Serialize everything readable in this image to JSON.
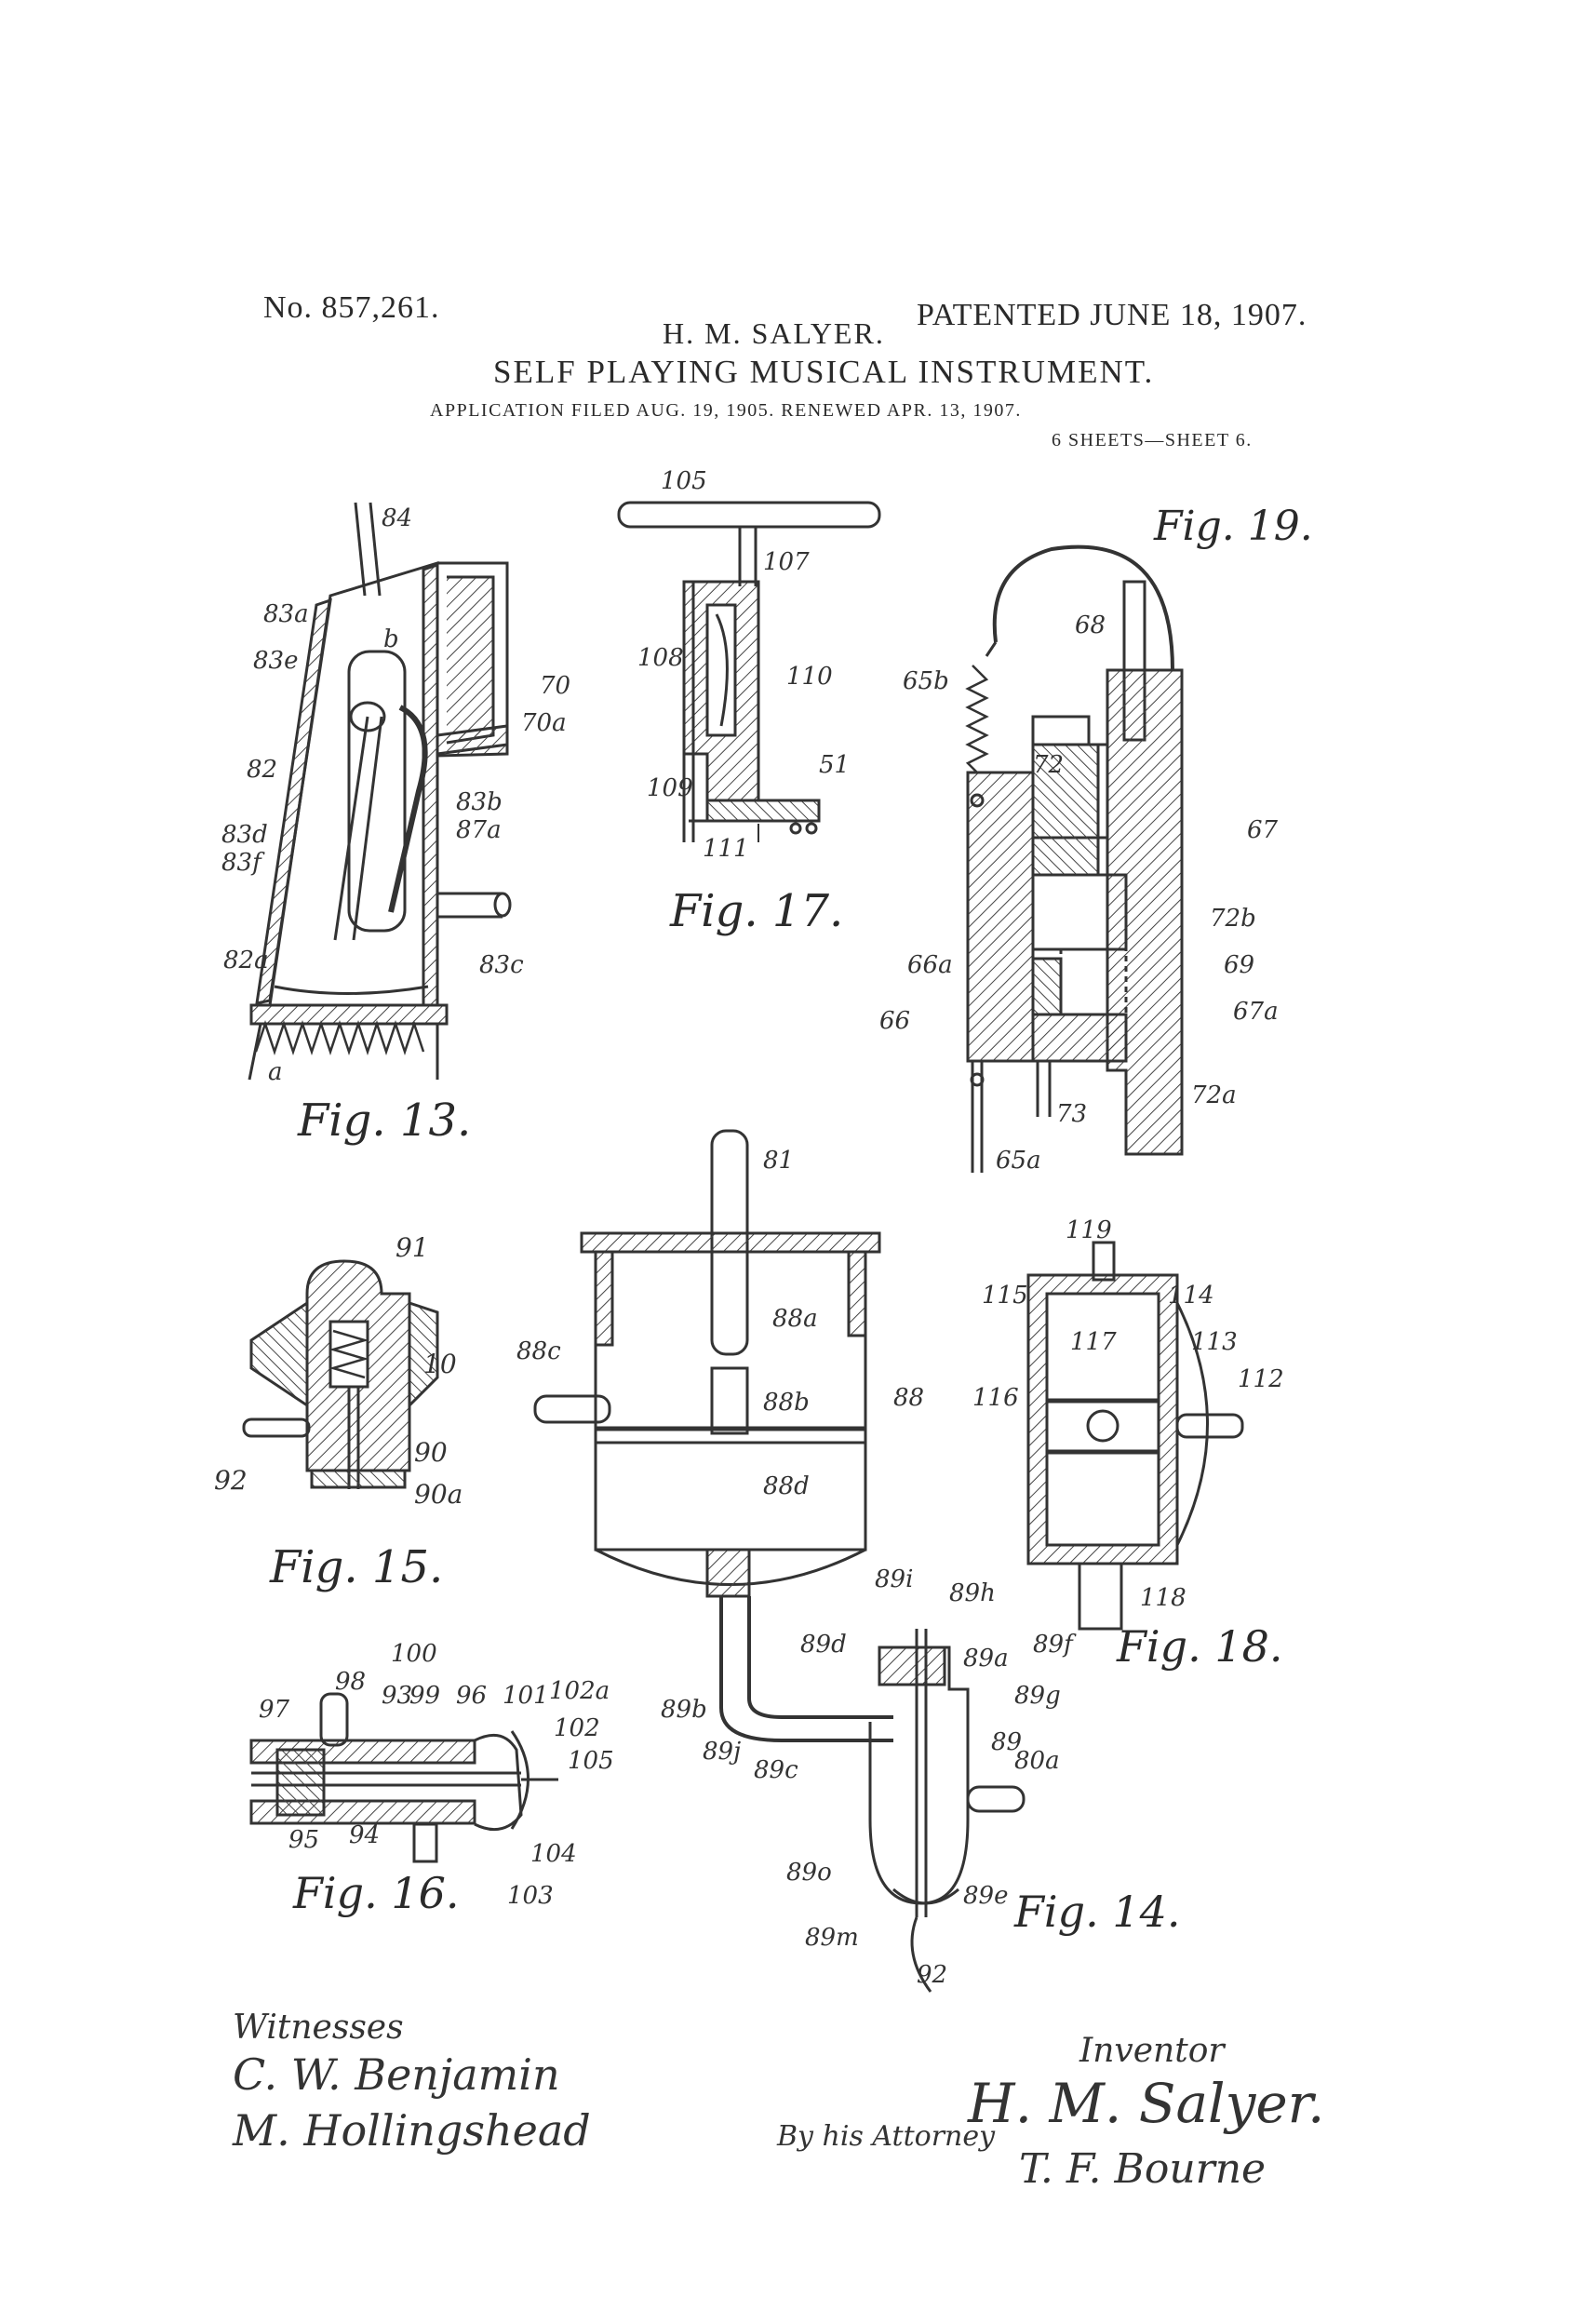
{
  "header": {
    "patent_number": "No. 857,261.",
    "inventor": "H. M. SALYER.",
    "patented": "PATENTED JUNE 18, 1907.",
    "title": "SELF PLAYING MUSICAL INSTRUMENT.",
    "application": "APPLICATION FILED AUG. 19, 1905. RENEWED APR. 13, 1907.",
    "sheets": "6 SHEETS—SHEET 6."
  },
  "figures": {
    "fig13": {
      "caption": "Fig. 13.",
      "labels": [
        "84",
        "83a",
        "83e",
        "b",
        "70",
        "70a",
        "82",
        "83b",
        "83d",
        "87a",
        "83f",
        "83c",
        "82a",
        "a"
      ]
    },
    "fig17": {
      "caption": "Fig. 17.",
      "labels": [
        "105",
        "107",
        "108",
        "110",
        "109",
        "51",
        "111"
      ]
    },
    "fig19": {
      "caption": "Fig. 19.",
      "labels": [
        "68",
        "65b",
        "72",
        "67",
        "72b",
        "66a",
        "69",
        "66",
        "67a",
        "72a",
        "73",
        "65a"
      ]
    },
    "fig15": {
      "caption": "Fig. 15.",
      "labels": [
        "91",
        "10",
        "92",
        "90",
        "90a"
      ]
    },
    "fig14": {
      "caption": "Fig. 14.",
      "labels": [
        "81",
        "88a",
        "88c",
        "88b",
        "88",
        "88d",
        "89i",
        "89h",
        "89d",
        "89a",
        "89f",
        "89g",
        "89b",
        "89j",
        "89c",
        "89",
        "80a",
        "89o",
        "89e",
        "89m",
        "92"
      ]
    },
    "fig18": {
      "caption": "Fig. 18.",
      "labels": [
        "119",
        "115",
        "114",
        "117",
        "113",
        "116",
        "112",
        "118"
      ]
    },
    "fig16": {
      "caption": "Fig. 16.",
      "labels": [
        "100",
        "98",
        "97",
        "93",
        "99",
        "96",
        "101",
        "102a",
        "102",
        "105",
        "95",
        "94",
        "104",
        "103"
      ]
    }
  },
  "signatures": {
    "witnesses_label": "Witnesses",
    "witness_1": "C. W. Benjamin",
    "witness_2": "M. Hollingshead",
    "inventor_label": "Inventor",
    "inventor_signature": "H. M. Salyer.",
    "attorney_label": "By his Attorney",
    "attorney_signature": "T. F. Bourne"
  }
}
